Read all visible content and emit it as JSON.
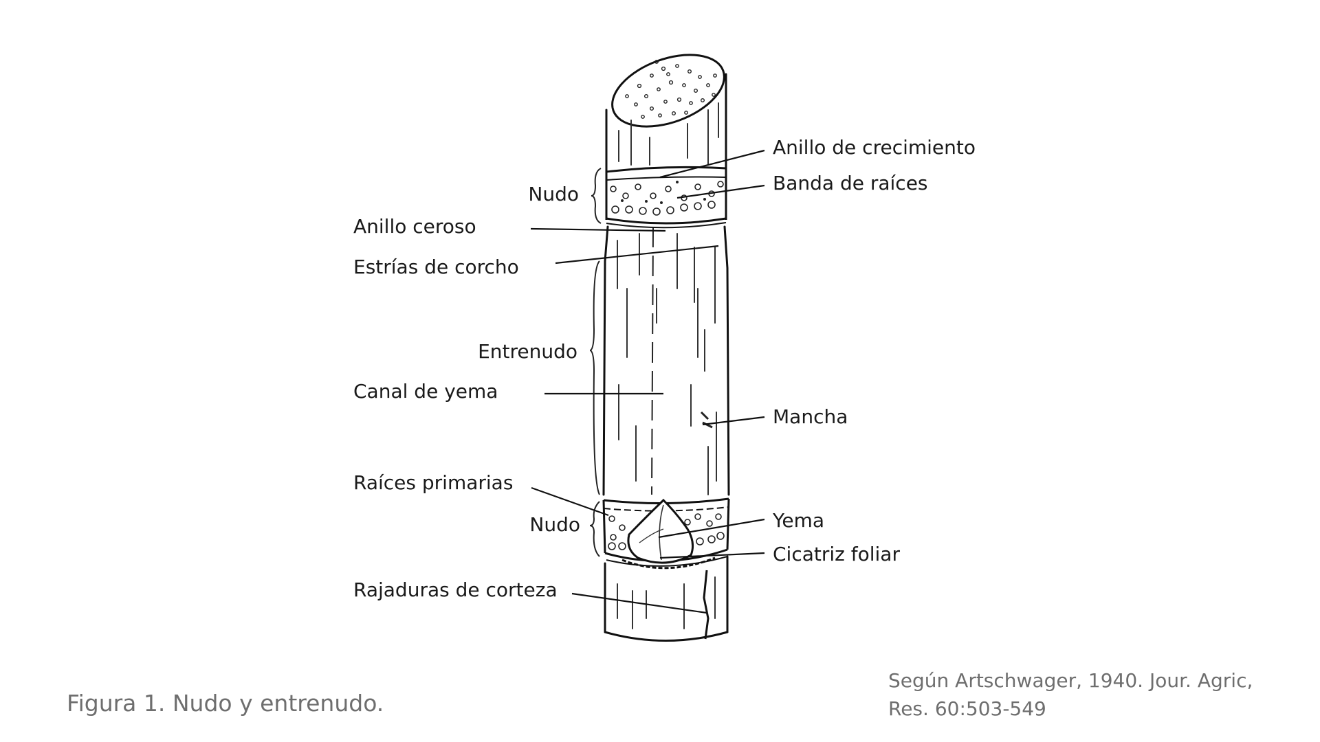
{
  "labels": {
    "anillo_crecimiento": "Anillo de crecimiento",
    "banda_raices": "Banda de raíces",
    "nudo_superior": "Nudo",
    "anillo_ceroso": "Anillo ceroso",
    "estrias_corcho": "Estrías de corcho",
    "entrenudo": "Entrenudo",
    "canal_yema": "Canal de yema",
    "mancha": "Mancha",
    "raices_primarias": "Raíces primarias",
    "nudo_inferior": "Nudo",
    "yema": "Yema",
    "cicatriz_foliar": "Cicatriz foliar",
    "rajaduras_corteza": "Rajaduras de corteza"
  },
  "caption": "Figura 1. Nudo y entrenudo.",
  "source": {
    "line1": "Según Artschwager, 1940. Jour. Agric,",
    "line2": "Res. 60:503-549"
  }
}
